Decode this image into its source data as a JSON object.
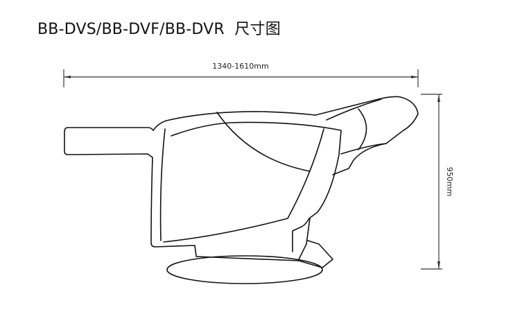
{
  "title": "BB-DVS/BB-DVF/BB-DVR  尺寸图",
  "dimensions": {
    "length": "1340-1610mm",
    "height": "950mm"
  }
}
